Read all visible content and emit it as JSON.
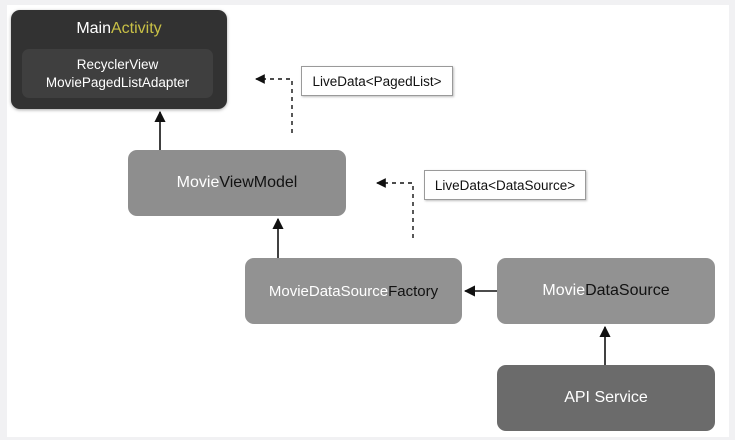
{
  "main_activity": {
    "title_part1": "Main",
    "title_part2": "Activity",
    "inner_line1": "RecyclerView",
    "inner_line2": "MoviePagedListAdapter"
  },
  "view_model": {
    "part1": "Movie",
    "part2": "ViewModel"
  },
  "factory": {
    "part1": "MovieDataSource",
    "part2": "Factory"
  },
  "data_source": {
    "part1": "Movie",
    "part2": "DataSource"
  },
  "api_service": {
    "label": "API Service"
  },
  "live_data_paged_list": "LiveData<PagedList>",
  "live_data_data_source": "LiveData<DataSource>",
  "colors": {
    "dark_node": "#323232",
    "inner_node": "#3f3f3f",
    "mid_node": "#8e8e8e",
    "api_node": "#6b6b6b",
    "accent_yellow": "#c8c046",
    "accent_dark": "#121212"
  }
}
